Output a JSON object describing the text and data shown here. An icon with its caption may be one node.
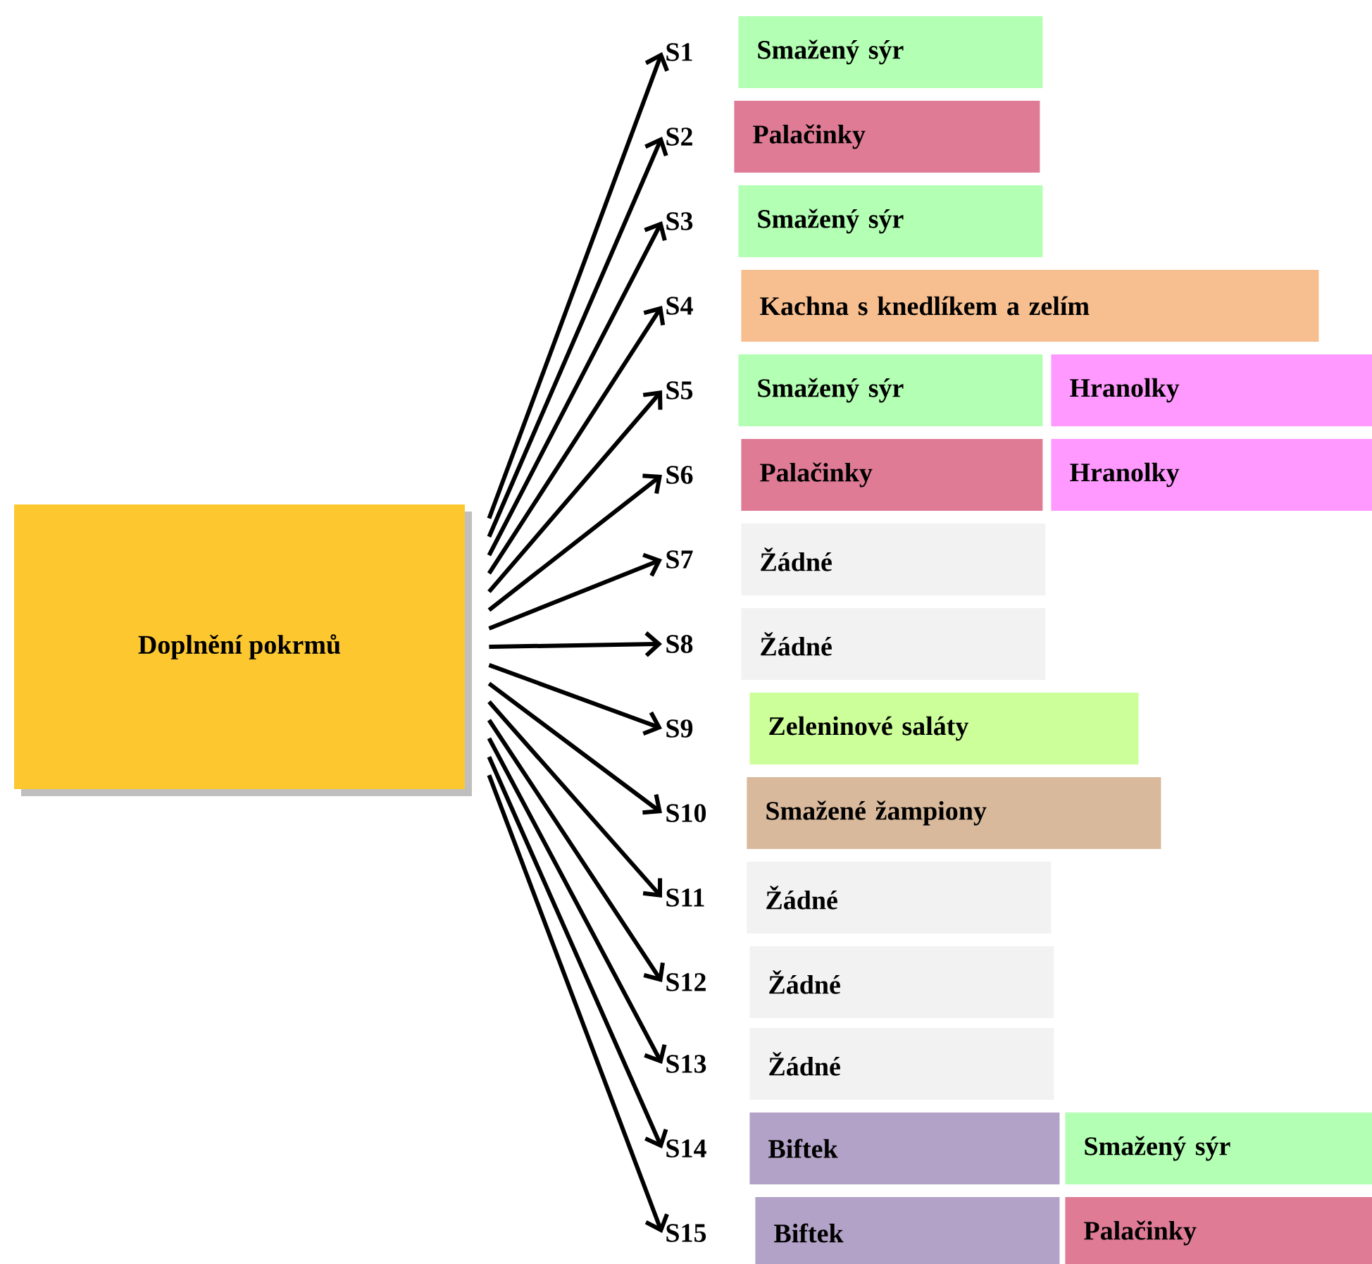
{
  "diagram": {
    "nodes": [
      {
        "text": [
          "Doplnění pokrmů"
        ]
      },
      {
        "text": [
          "S1"
        ]
      },
      {
        "text": [
          "Smažený sýr"
        ]
      },
      {
        "text": [
          "S2"
        ]
      },
      {
        "text": [
          "Palačinky"
        ]
      },
      {
        "text": [
          "S3"
        ]
      },
      {
        "text": [
          "Smažený sýr"
        ]
      },
      {
        "text": [
          "S4"
        ]
      },
      {
        "text": [
          "Kachna s knedlíkem a zelím"
        ]
      },
      {
        "text": [
          "S5"
        ]
      },
      {
        "text": [
          "Smažený sýr"
        ]
      },
      {
        "text": [
          "Hranolky"
        ]
      },
      {
        "text": [
          "S6"
        ]
      },
      {
        "text": [
          "Palačinky"
        ]
      },
      {
        "text": [
          "Hranolky"
        ]
      },
      {
        "text": [
          "S7"
        ]
      },
      {
        "text": [
          "Žádné"
        ]
      },
      {
        "text": [
          "S8"
        ]
      },
      {
        "text": [
          "Žádné"
        ]
      },
      {
        "text": [
          "S9"
        ]
      },
      {
        "text": [
          "Zeleninové saláty"
        ]
      },
      {
        "text": [
          "S10"
        ]
      },
      {
        "text": [
          "Smažené žampiony"
        ]
      },
      {
        "text": [
          "S11"
        ]
      },
      {
        "text": [
          "Žádné"
        ]
      },
      {
        "text": [
          "S12"
        ]
      },
      {
        "text": [
          "Žádné"
        ]
      },
      {
        "text": [
          "S13"
        ]
      },
      {
        "text": [
          "Žádné"
        ]
      },
      {
        "text": [
          "S14"
        ]
      },
      {
        "text": [
          "Biftek"
        ]
      },
      {
        "text": [
          "Smažený sýr"
        ]
      },
      {
        "text": [
          "S15"
        ]
      },
      {
        "text": [
          "Biftek"
        ]
      },
      {
        "text": [
          "Palačinky"
        ]
      }
    ],
    "edges": [
      {
        "from": 0,
        "to": 1,
        "arrow": "to"
      },
      {
        "from": 0,
        "to": 3,
        "arrow": "to"
      },
      {
        "from": 0,
        "to": 5,
        "arrow": "to"
      },
      {
        "from": 0,
        "to": 7,
        "arrow": "to"
      },
      {
        "from": 0,
        "to": 9,
        "arrow": "to"
      },
      {
        "from": 0,
        "to": 12,
        "arrow": "to"
      },
      {
        "from": 0,
        "to": 15,
        "arrow": "to"
      },
      {
        "from": 0,
        "to": 17,
        "arrow": "to"
      },
      {
        "from": 0,
        "to": 19,
        "arrow": "to"
      },
      {
        "from": 0,
        "to": 21,
        "arrow": "to"
      },
      {
        "from": 0,
        "to": 23,
        "arrow": "to"
      },
      {
        "from": 0,
        "to": 25,
        "arrow": "to"
      },
      {
        "from": 0,
        "to": 27,
        "arrow": "to"
      },
      {
        "from": 0,
        "to": 29,
        "arrow": "to"
      },
      {
        "from": 0,
        "to": 32,
        "arrow": "to"
      }
    ]
  }
}
